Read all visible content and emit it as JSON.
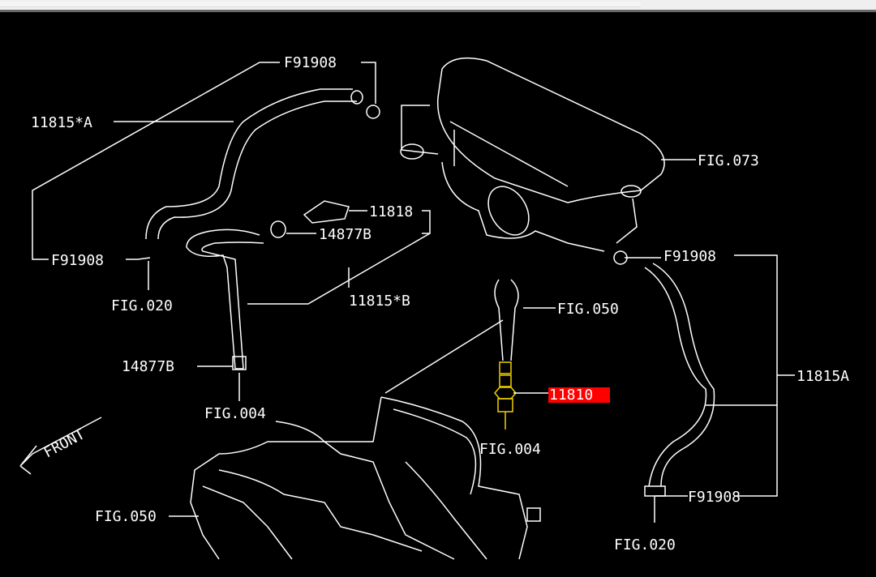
{
  "diagram": {
    "labels": {
      "top_f91908": "F91908",
      "hose_11815a_left": "11815*A",
      "fig073": "FIG.073",
      "part_11818": "11818",
      "clamp_14877b_upper": "14877B",
      "left_f91908": "F91908",
      "fig020_left": "FIG.020",
      "hose_11815b": "11815*B",
      "fig050_upper": "FIG.050",
      "right_f91908": "F91908",
      "clamp_14877b_lower": "14877B",
      "pcv_valve_11810": "11810",
      "hose_11815a_right": "11815A",
      "fig004_left": "FIG.004",
      "fig004_center": "FIG.004",
      "front": "FRONT",
      "fig050_lower": "FIG.050",
      "bottom_f91908": "F91908",
      "fig020_bottom": "FIG.020"
    },
    "highlight_color": "#ff0000",
    "selected_part_color": "#f0d000"
  }
}
